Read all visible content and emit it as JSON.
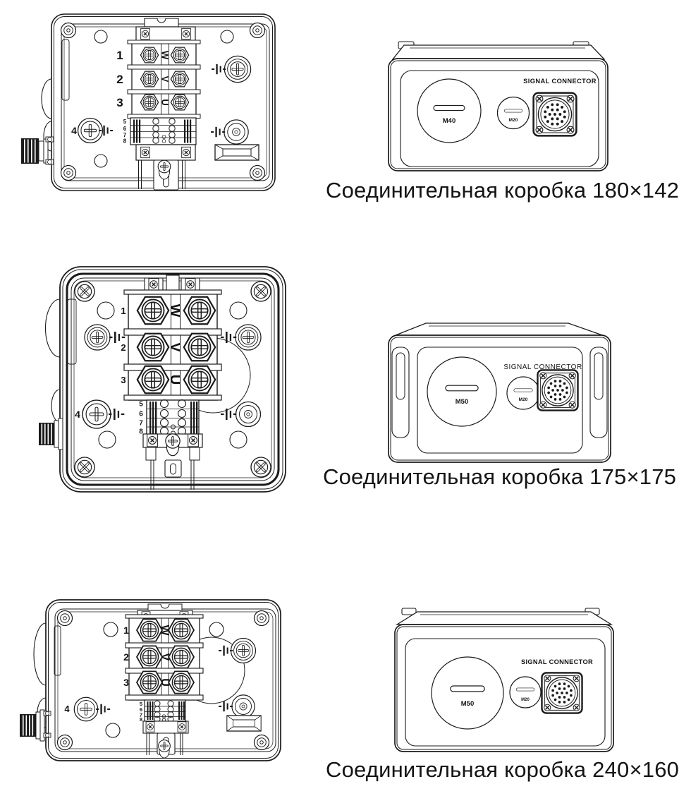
{
  "page": {
    "background": "#ffffff",
    "line_color": "#1b1b1b"
  },
  "rows": [
    {
      "caption": "Соединительная коробка 180×142",
      "front": {
        "t1": "1",
        "t2": "2",
        "t3": "3",
        "t4": "4",
        "a5": "5",
        "a6": "6",
        "a7": "7",
        "a8": "8",
        "pw": "W",
        "pv": "V",
        "pu": "U"
      },
      "side": {
        "label": "SIGNAL CONNECTOR",
        "big": "M40",
        "small": "M20"
      }
    },
    {
      "caption": "Соединительная коробка 175×175",
      "front": {
        "t1": "1",
        "t2": "2",
        "t3": "3",
        "t4": "4",
        "a5": "5",
        "a6": "6",
        "a7": "7",
        "a8": "8",
        "pw": "W",
        "pv": "V",
        "pu": "U"
      },
      "side": {
        "label": "SIGNAL CONNECTOR",
        "big": "M50",
        "small": "M20"
      }
    },
    {
      "caption": "Соединительная коробка 240×160",
      "front": {
        "t1": "1",
        "t2": "2",
        "t3": "3",
        "t4": "4",
        "a5": "5",
        "a6": "6",
        "a7": "7",
        "a8": "8",
        "pw": "W",
        "pv": "V",
        "pu": "U"
      },
      "side": {
        "label": "SIGNAL CONNECTOR",
        "big": "M50",
        "small": "M20"
      }
    }
  ]
}
